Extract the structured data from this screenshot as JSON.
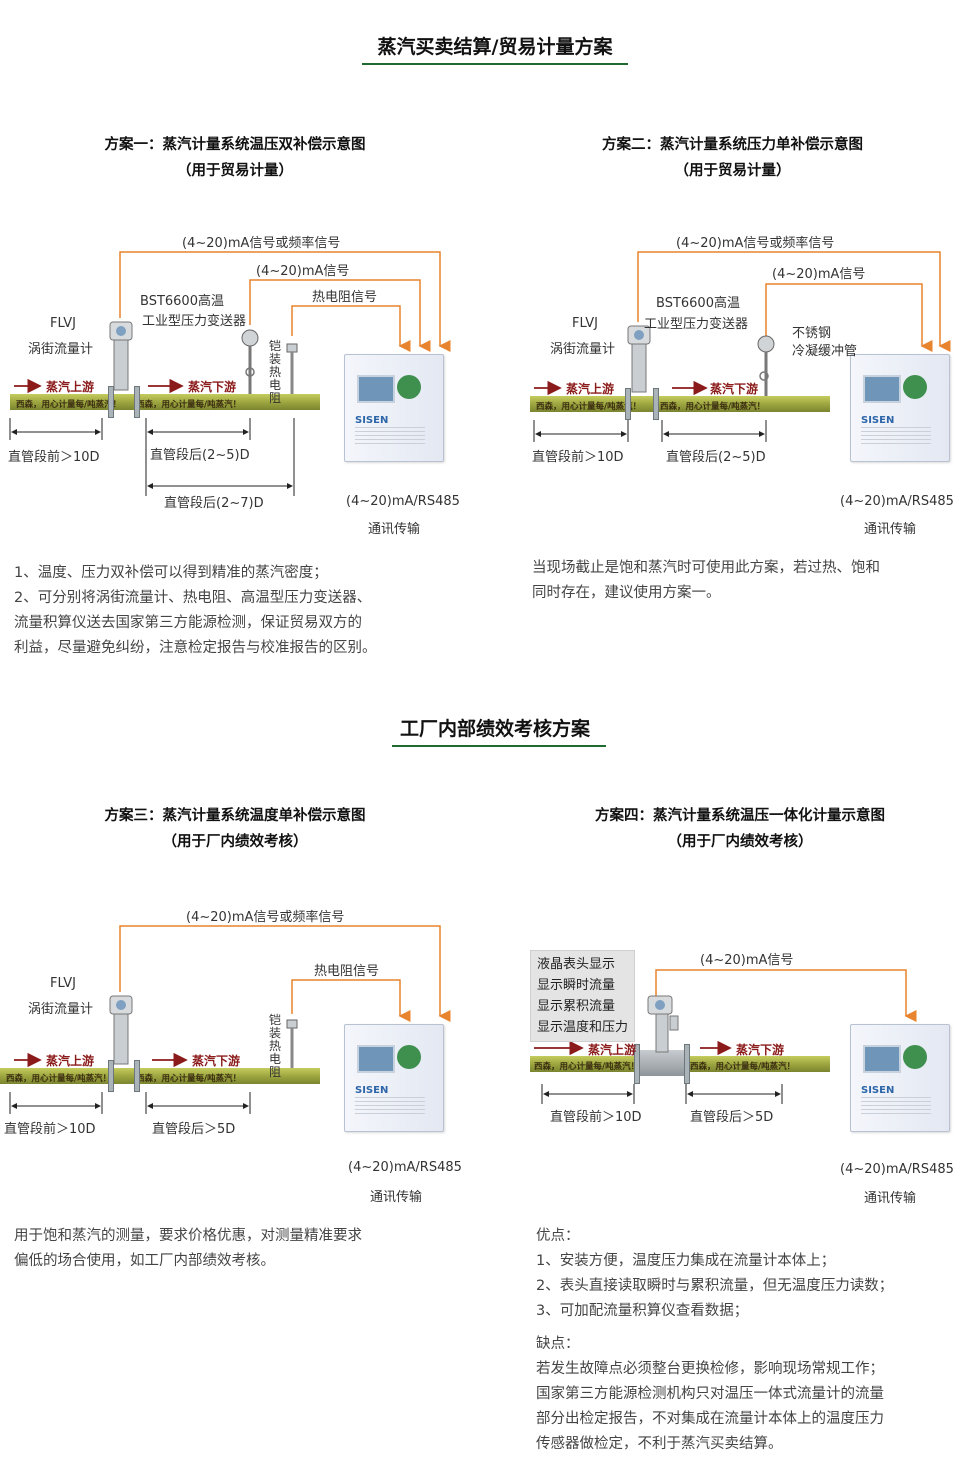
{
  "section1": {
    "title": "蒸汽买卖结算/贸易计量方案"
  },
  "section2": {
    "title": "工厂内部绩效考核方案"
  },
  "pipe_text": "西森，用心计量每/吨蒸汽！",
  "colors": {
    "accent": "#1f6b2f",
    "signal": "#e8832e",
    "flow_arrow": "#8b1a1a",
    "pipe": "#a6ad44"
  },
  "plan1": {
    "title": "方案一：蒸汽计量系统温压双补偿示意图",
    "subtitle": "（用于贸易计量）",
    "signal_main": "(4~20)mA信号或频率信号",
    "signal_pressure": "(4~20)mA信号",
    "signal_rtd": "热电阻信号",
    "pressure_label_1": "BST6600高温",
    "pressure_label_2": "工业型压力变送器",
    "flow_label_1": "FLVJ",
    "flow_label_2": "涡街流量计",
    "rtd_label": "铠装热电阻",
    "upstream": "蒸汽上游",
    "downstream": "蒸汽下游",
    "dim_before": "直管段前＞10D",
    "dim_after1": "直管段后(2~5)D",
    "dim_after2": "直管段后(2~7)D",
    "comm_1": "(4~20)mA/RS485",
    "comm_2": "通讯传输",
    "desc": [
      "1、温度、压力双补偿可以得到精准的蒸汽密度；",
      "2、可分别将涡街流量计、热电阻、高温型压力变送器、",
      "流量积算仪送去国家第三方能源检测，保证贸易双方的",
      "利益，尽量避免纠纷，注意检定报告与校准报告的区别。"
    ]
  },
  "plan2": {
    "title": "方案二：蒸汽计量系统压力单补偿示意图",
    "subtitle": "（用于贸易计量）",
    "signal_main": "(4~20)mA信号或频率信号",
    "signal_pressure": "(4~20)mA信号",
    "pressure_label_1": "BST6600高温",
    "pressure_label_2": "工业型压力变送器",
    "steel_label_1": "不锈钢",
    "steel_label_2": "冷凝缓冲管",
    "flow_label_1": "FLVJ",
    "flow_label_2": "涡街流量计",
    "upstream": "蒸汽上游",
    "downstream": "蒸汽下游",
    "dim_before": "直管段前＞10D",
    "dim_after": "直管段后(2~5)D",
    "comm_1": "(4~20)mA/RS485",
    "comm_2": "通讯传输",
    "desc": [
      "当现场截止是饱和蒸汽时可使用此方案，若过热、饱和",
      "同时存在，建议使用方案一。"
    ]
  },
  "plan3": {
    "title": "方案三：蒸汽计量系统温度单补偿示意图",
    "subtitle": "（用于厂内绩效考核）",
    "signal_main": "(4~20)mA信号或频率信号",
    "signal_rtd": "热电阻信号",
    "flow_label_1": "FLVJ",
    "flow_label_2": "涡街流量计",
    "rtd_label": "铠装热电阻",
    "upstream": "蒸汽上游",
    "downstream": "蒸汽下游",
    "dim_before": "直管段前＞10D",
    "dim_after": "直管段后＞5D",
    "comm_1": "(4~20)mA/RS485",
    "comm_2": "通讯传输",
    "desc": [
      "用于饱和蒸汽的测量，要求价格优惠，对测量精准要求",
      "偏低的场合使用，如工厂内部绩效考核。"
    ]
  },
  "plan4": {
    "title": "方案四：蒸汽计量系统温压一体化计量示意图",
    "subtitle": "（用于厂内绩效考核）",
    "signal": "(4~20)mA信号",
    "lcd_box": [
      "液晶表头显示",
      "显示瞬时流量",
      "显示累积流量",
      "显示温度和压力"
    ],
    "upstream": "蒸汽上游",
    "downstream": "蒸汽下游",
    "dim_before": "直管段前＞10D",
    "dim_after": "直管段后＞5D",
    "comm_1": "(4~20)mA/RS485",
    "comm_2": "通讯传输",
    "pros_title": "优点：",
    "pros": [
      "1、安装方便，温度压力集成在流量计本体上；",
      "2、表头直接读取瞬时与累积流量，但无温度压力读数；",
      "3、可加配流量积算仪查看数据；"
    ],
    "cons_title": "缺点：",
    "cons": [
      "若发生故障点必须整台更换检修，影响现场常规工作；",
      "国家第三方能源检测机构只对温压一体式流量计的流量",
      "部分出检定报告，不对集成在流量计本体上的温度压力",
      "传感器做检定，不利于蒸汽买卖结算。"
    ]
  },
  "cabinet": {
    "logo": "SISEN"
  }
}
